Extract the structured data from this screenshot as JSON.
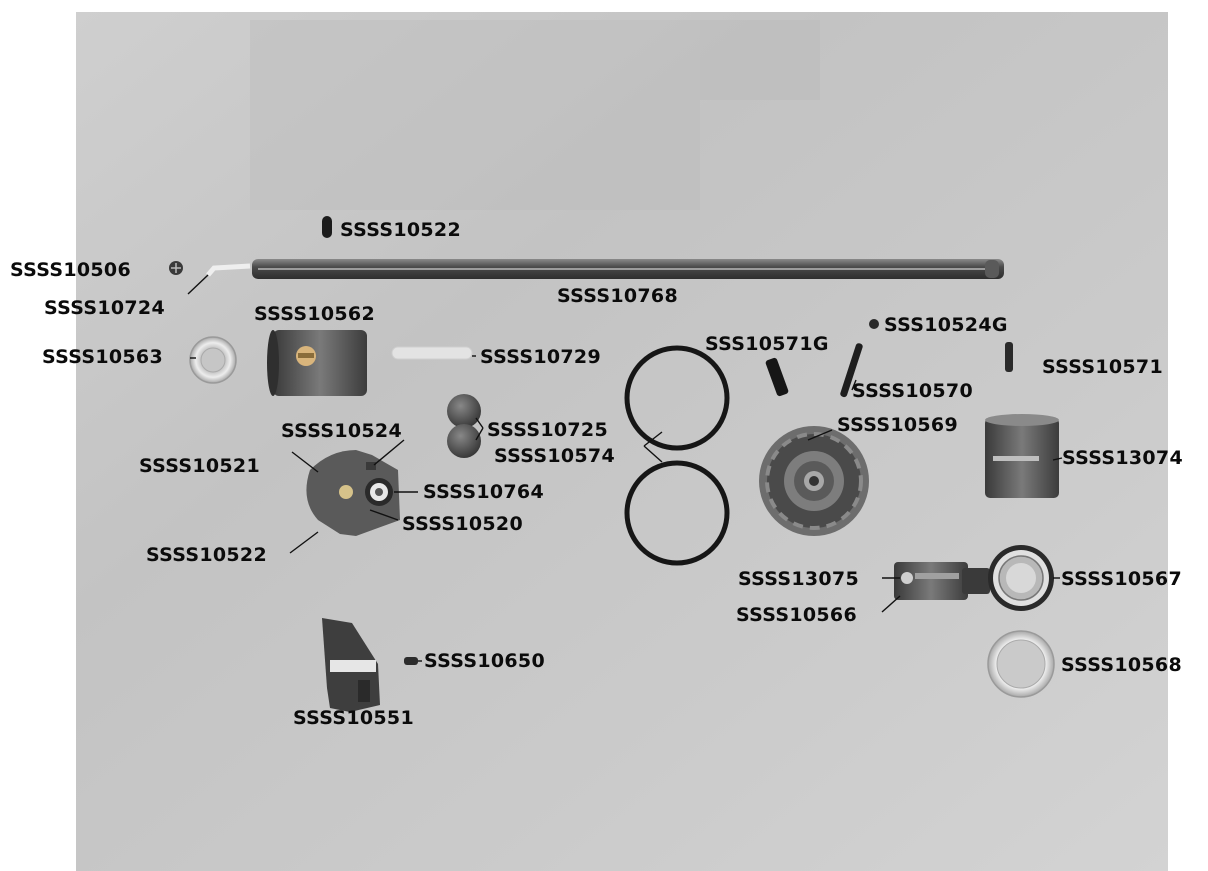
{
  "colors": {
    "background": "#ffffff",
    "photo_bg": "#c9c9c9",
    "metal_dark": "#3d3d3d",
    "metal_mid": "#6a6a6a",
    "brass": "#c9a56a",
    "label": "#0b0b0b"
  },
  "labels": {
    "p10522_top": "SSSS10522",
    "p10506": "SSSS10506",
    "p10724": "SSSS10724",
    "p10768": "SSSS10768",
    "p10562": "SSSS10562",
    "p10563": "SSSS10563",
    "p10729": "SSSS10729",
    "p10571g": "SSS10571G",
    "p10524g": "SSS10524G",
    "p10571": "SSSS10571",
    "p10570": "SSSS10570",
    "p10569": "SSSS10569",
    "p13074": "SSSS13074",
    "p10524": "SSSS10524",
    "p10725": "SSSS10725",
    "p10521": "SSSS10521",
    "p10574": "SSSS10574",
    "p10764": "SSSS10764",
    "p10520": "SSSS10520",
    "p10522_bot": "SSSS10522",
    "p13075": "SSSS13075",
    "p10567": "SSSS10567",
    "p10566": "SSSS10566",
    "p10650": "SSSS10650",
    "p10568": "SSSS10568",
    "p10551": "SSSS10551"
  }
}
